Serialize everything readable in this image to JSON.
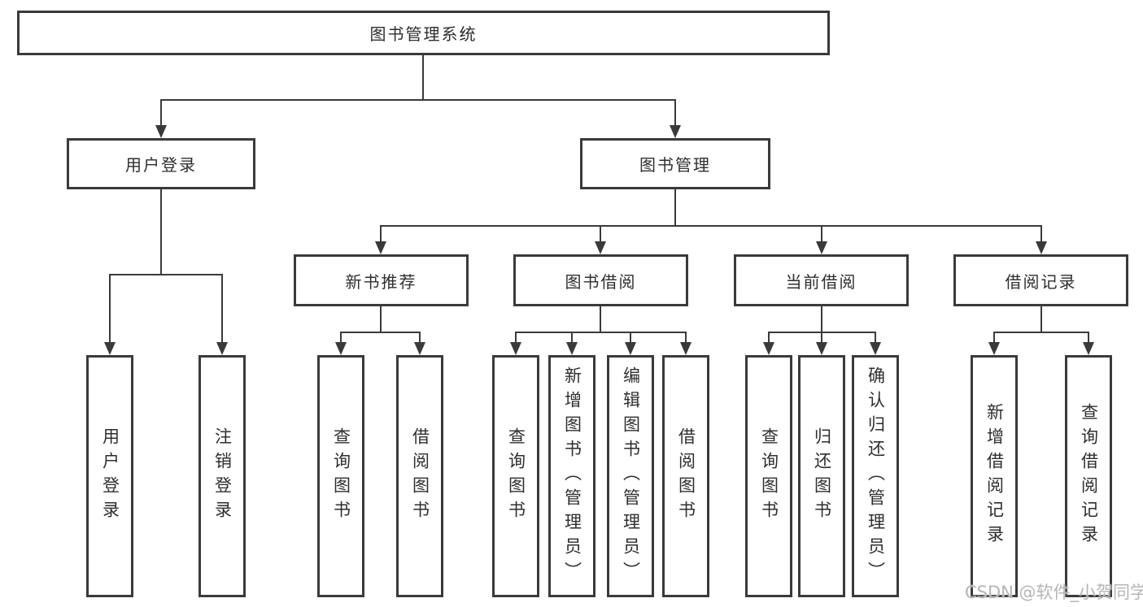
{
  "diagram": {
    "root": {
      "label": "图书管理系统"
    },
    "branches": [
      {
        "label": "用户登录",
        "children": [
          {
            "label": "用户登录"
          },
          {
            "label": "注销登录"
          }
        ]
      },
      {
        "label": "图书管理",
        "children": [
          {
            "label": "新书推荐",
            "children": [
              {
                "label": "查询图书"
              },
              {
                "label": "借阅图书"
              }
            ]
          },
          {
            "label": "图书借阅",
            "children": [
              {
                "label": "查询图书"
              },
              {
                "label": "新增图书（管理员）"
              },
              {
                "label": "编辑图书（管理员）"
              },
              {
                "label": "借阅图书"
              }
            ]
          },
          {
            "label": "当前借阅",
            "children": [
              {
                "label": "查询图书"
              },
              {
                "label": "归还图书"
              },
              {
                "label": "确认归还（管理员）"
              }
            ]
          },
          {
            "label": "借阅记录",
            "children": [
              {
                "label": "新增借阅记录"
              },
              {
                "label": "查询借阅记录"
              }
            ]
          }
        ]
      }
    ]
  },
  "watermark": {
    "text": "CSDN @软件_小贺同学"
  },
  "colors": {
    "line": "#3a3a3a",
    "text": "#2e2e2e",
    "watermark": "#b5b5b5",
    "background": "#ffffff"
  }
}
